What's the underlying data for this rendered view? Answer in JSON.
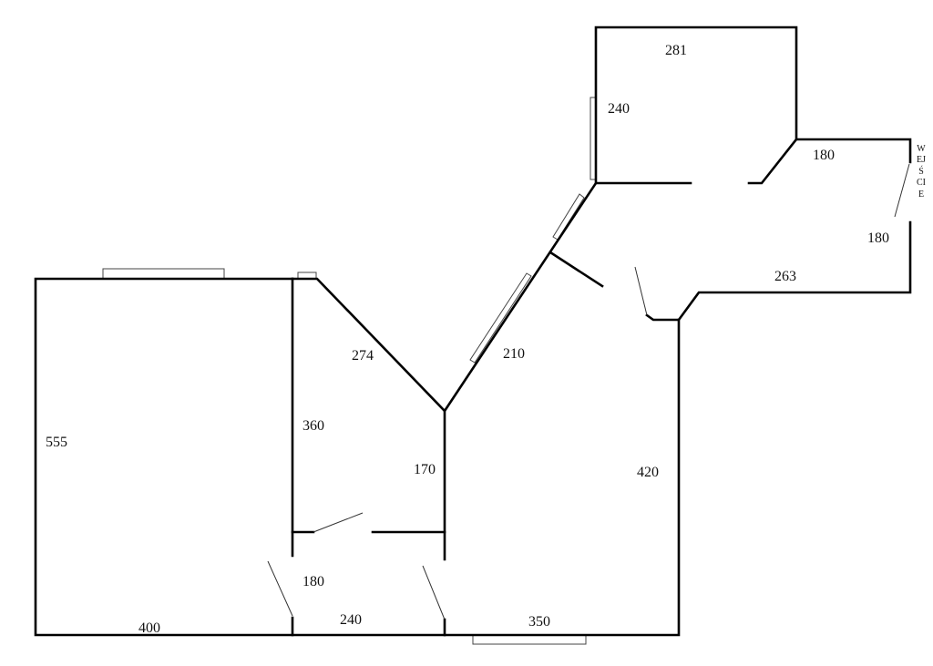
{
  "plan": {
    "dimensions": {
      "top_room_width": "281",
      "top_room_height": "240",
      "hall_top": "180",
      "hall_right": "180",
      "hall_bottom": "263",
      "diagonal_left": "274",
      "diagonal_right": "210",
      "left_room_height": "555",
      "middle_room_height": "360",
      "middle_room_right": "170",
      "right_room_height": "420",
      "corridor_height": "180",
      "corridor_width": "240",
      "left_room_width": "400",
      "right_room_width": "350"
    },
    "entrance_label": "WEJŚCIE"
  }
}
